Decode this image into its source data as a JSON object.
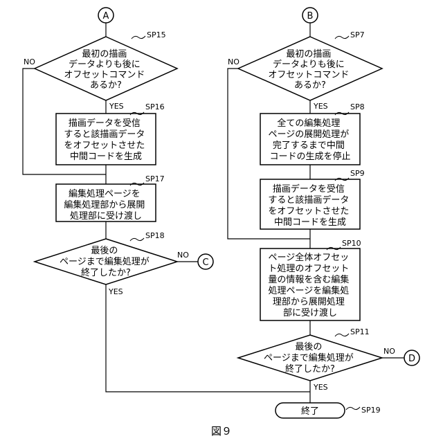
{
  "figure_label": "図９",
  "connectors": {
    "A": "A",
    "B": "B",
    "C": "C",
    "D": "D"
  },
  "nodes": {
    "sp15": {
      "ref": "SP15",
      "lines": [
        "最初の描画",
        "データよりも後に",
        "オフセットコマンド",
        "あるか?"
      ]
    },
    "sp16": {
      "ref": "SP16",
      "lines": [
        "描画データを受信",
        "すると該描画データ",
        "をオフセットさせた",
        "中間コードを生成"
      ]
    },
    "sp17": {
      "ref": "SP17",
      "lines": [
        "編集処理ページを",
        "編集処理部から展開",
        "処理部に受け渡し"
      ]
    },
    "sp18": {
      "ref": "SP18",
      "lines": [
        "最後の",
        "ページまで編集処理が",
        "終了したか?"
      ]
    },
    "sp7": {
      "ref": "SP7",
      "lines": [
        "最初の描画",
        "データよりも後に",
        "オフセットコマンド",
        "あるか?"
      ]
    },
    "sp8": {
      "ref": "SP8",
      "lines": [
        "全ての編集処理",
        "ページの展開処理が",
        "完了するまで中間",
        "コードの生成を停止"
      ]
    },
    "sp9": {
      "ref": "SP9",
      "lines": [
        "描画データを受信",
        "すると該描画データ",
        "をオフセットさせた",
        "中間コードを生成"
      ]
    },
    "sp10": {
      "ref": "SP10",
      "lines": [
        "ページ全体オフセッ",
        "ト処理のオフセット",
        "量の情報を含む編集",
        "処理ページを編集処",
        "理部から展開処理",
        "部に受け渡し"
      ]
    },
    "sp11": {
      "ref": "SP11",
      "lines": [
        "最後の",
        "ページまで編集処理が",
        "終了したか?"
      ]
    },
    "sp19": {
      "ref": "SP19",
      "lines": [
        "終了"
      ]
    }
  },
  "branch_labels": {
    "sp15_no": "NO",
    "sp15_yes": "YES",
    "sp7_no": "NO",
    "sp7_yes": "YES",
    "sp18_no": "NO",
    "sp18_yes": "YES",
    "sp11_no": "NO",
    "sp11_yes": "YES"
  }
}
